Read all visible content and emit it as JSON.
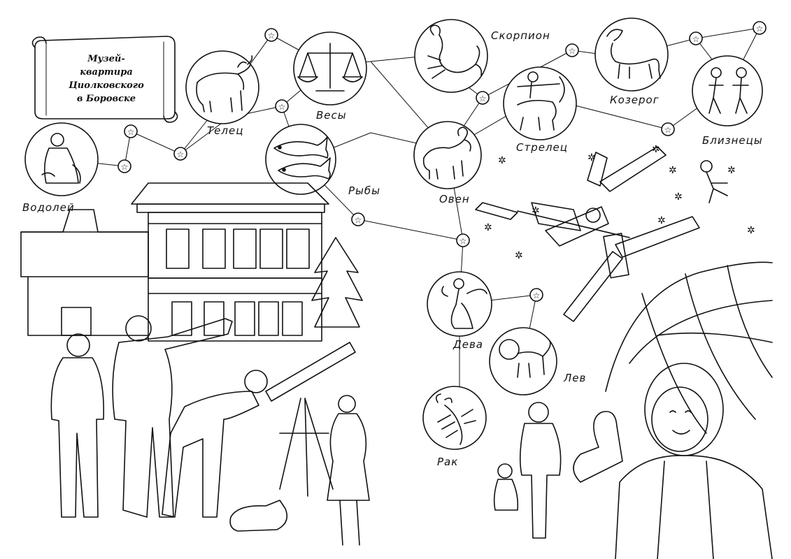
{
  "title": {
    "lines": [
      "Музей-",
      "квартира",
      "Циолковского",
      "в Боровске"
    ]
  },
  "zodiac": [
    {
      "id": "vodoley",
      "label": "Водолей",
      "icon": "aquarius-icon"
    },
    {
      "id": "telets",
      "label": "Телец",
      "icon": "taurus-bull-icon"
    },
    {
      "id": "vesy",
      "label": "Весы",
      "icon": "libra-scales-icon"
    },
    {
      "id": "ryby",
      "label": "Рыбы",
      "icon": "pisces-fish-icon"
    },
    {
      "id": "skorpion",
      "label": "Скорпион",
      "icon": "scorpio-scorpion-icon"
    },
    {
      "id": "oven",
      "label": "Овен",
      "icon": "aries-ram-icon"
    },
    {
      "id": "strelets",
      "label": "Стрелец",
      "icon": "sagittarius-archer-icon"
    },
    {
      "id": "kozerog",
      "label": "Козерог",
      "icon": "capricorn-goat-icon"
    },
    {
      "id": "bliznetsy",
      "label": "Близнецы",
      "icon": "gemini-twins-icon"
    },
    {
      "id": "deva",
      "label": "Дева",
      "icon": "virgo-maiden-icon"
    },
    {
      "id": "lev",
      "label": "Лев",
      "icon": "leo-lion-icon"
    },
    {
      "id": "rak",
      "label": "Рак",
      "icon": "cancer-crayfish-icon"
    }
  ],
  "scene": {
    "building": "museum-house-illustration",
    "station": "space-station-illustration",
    "cosmonaut": "cosmonaut-illustration",
    "telescope": "telescope-illustration",
    "cat": "cat-illustration"
  }
}
